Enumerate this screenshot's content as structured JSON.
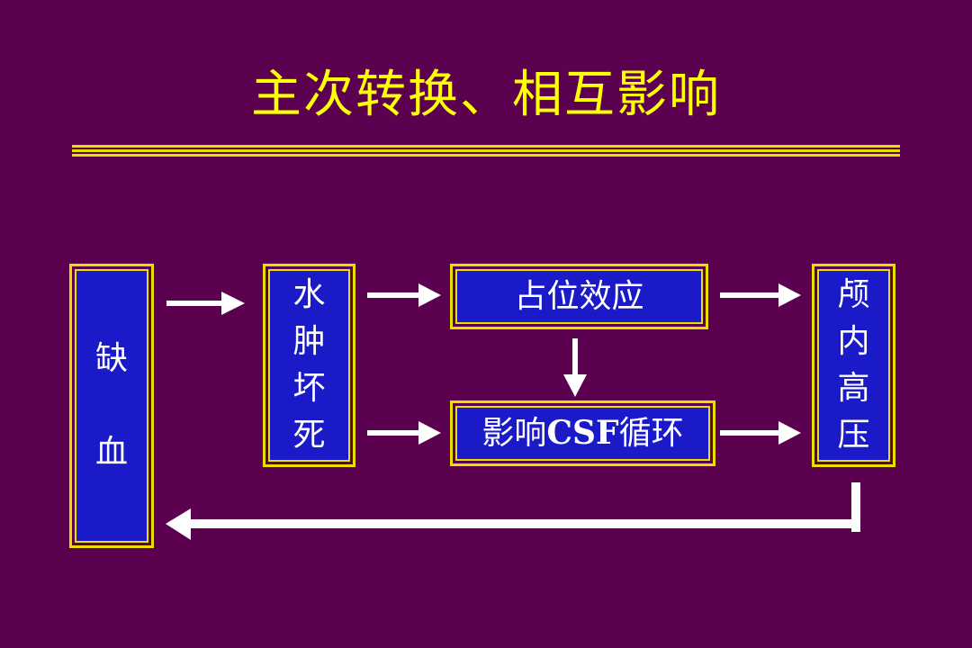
{
  "title": "主次转换、相互影响",
  "colors": {
    "background": "#5c0050",
    "title": "#ffff00",
    "box_fill": "#1a1ac8",
    "box_border": "#e8e000",
    "arrow": "#ffffff"
  },
  "boxes": {
    "ischemia": {
      "label": "缺\n\n血"
    },
    "edema_necrosis": {
      "label": "水\n肿\n坏\n死"
    },
    "mass_effect": {
      "label": "占位效应"
    },
    "csf_circulation": {
      "label_prefix": "影响",
      "label_bold": "CSF",
      "label_suffix": "循环"
    },
    "intracranial_hypertension": {
      "label": "颅\n内\n高\n压"
    }
  }
}
